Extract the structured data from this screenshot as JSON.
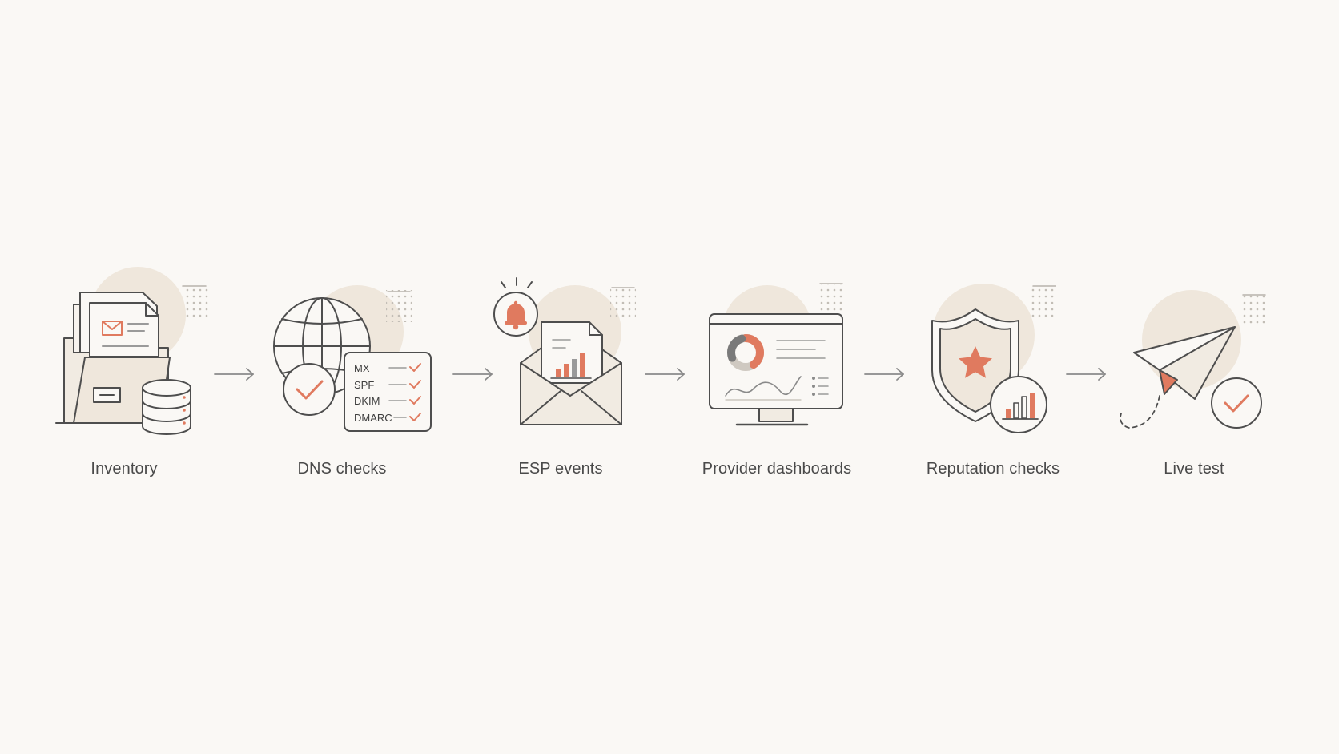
{
  "colors": {
    "background": "#faf8f5",
    "stroke": "#4e4e4e",
    "accent": "#e07a5f",
    "blob": "#efe7dc",
    "fill": "#f1ebe2",
    "arrow": "#8a8a8a",
    "label": "#4a4a4a"
  },
  "steps": [
    {
      "label": "Inventory",
      "icon": "folder-database-icon"
    },
    {
      "label": "DNS checks",
      "icon": "globe-checklist-icon",
      "records": [
        "MX",
        "SPF",
        "DKIM",
        "DMARC"
      ]
    },
    {
      "label": "ESP events",
      "icon": "envelope-bell-icon"
    },
    {
      "label": "Provider dashboards",
      "icon": "monitor-dashboard-icon"
    },
    {
      "label": "Reputation checks",
      "icon": "shield-star-icon"
    },
    {
      "label": "Live test",
      "icon": "paper-plane-check-icon"
    }
  ]
}
